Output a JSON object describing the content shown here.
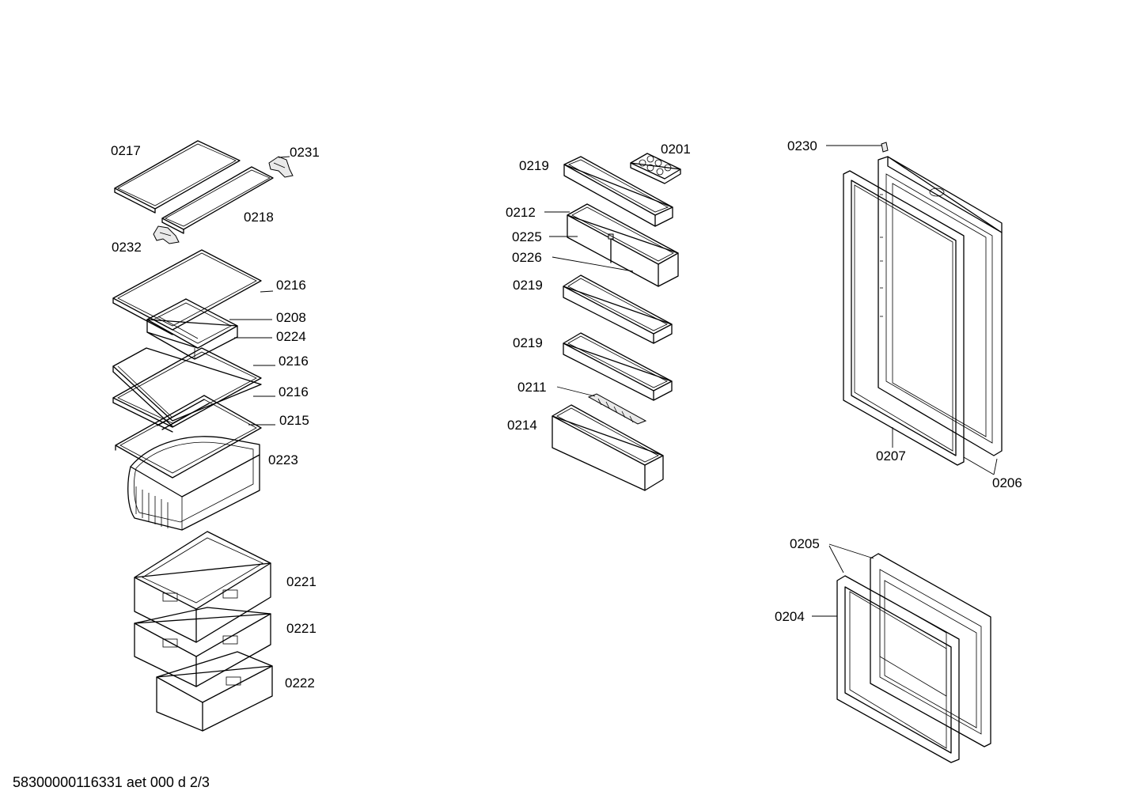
{
  "footer": {
    "document_code": "58300000116331 aet 000 d 2/3"
  },
  "labels": {
    "l0217": "0217",
    "l0231": "0231",
    "l0218": "0218",
    "l0232": "0232",
    "l0216a": "0216",
    "l0208": "0208",
    "l0224": "0224",
    "l0216b": "0216",
    "l0216c": "0216",
    "l0215": "0215",
    "l0223": "0223",
    "l0221a": "0221",
    "l0221b": "0221",
    "l0222": "0222",
    "l0219a": "0219",
    "l0201": "0201",
    "l0212": "0212",
    "l0225": "0225",
    "l0226": "0226",
    "l0219b": "0219",
    "l0219c": "0219",
    "l0211": "0211",
    "l0214": "0214",
    "l0230": "0230",
    "l0207": "0207",
    "l0206": "0206",
    "l0205": "0205",
    "l0204": "0204"
  }
}
